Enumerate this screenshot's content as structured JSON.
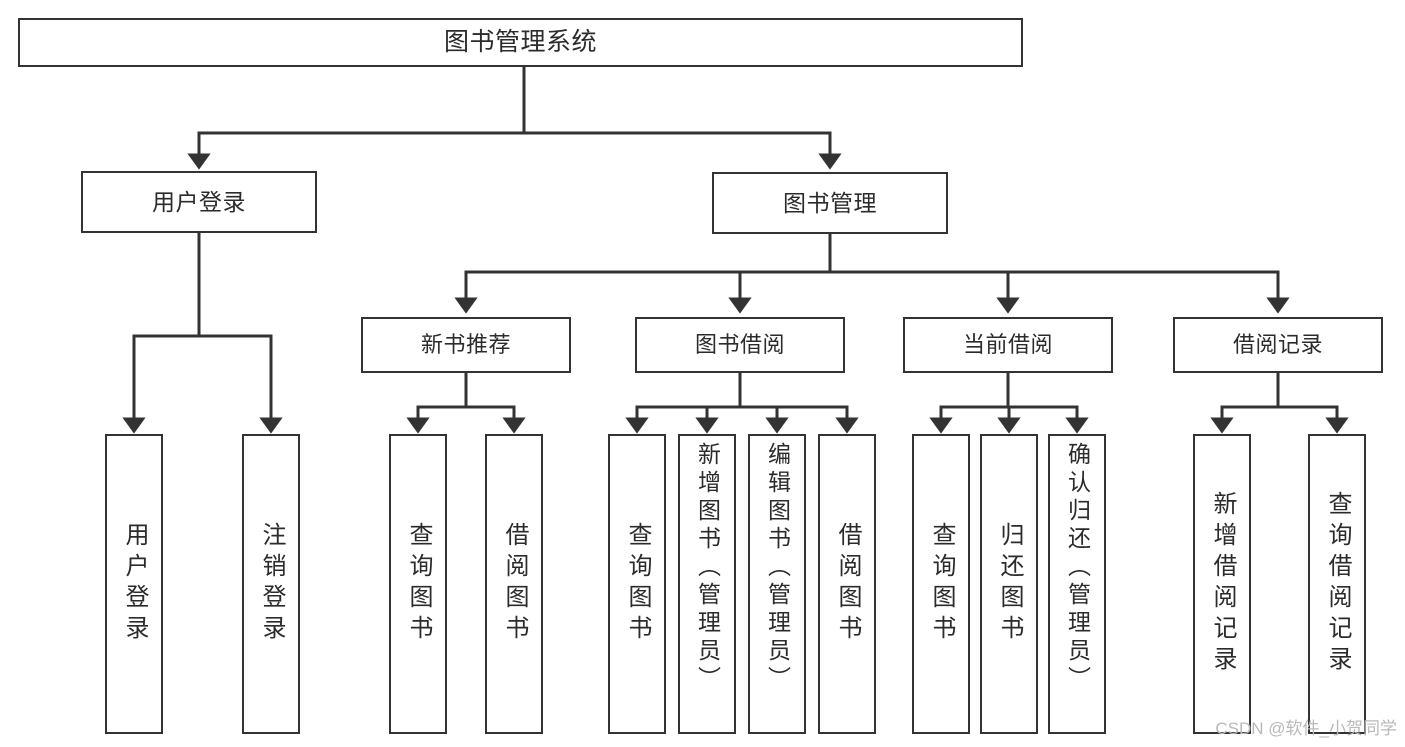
{
  "diagram": {
    "title": "图书管理系统",
    "type": "tree",
    "watermark": "CSDN @软件_小贺同学",
    "colors": {
      "box_border": "#333333",
      "box_fill": "#ffffff",
      "text": "#2b2b2b",
      "connector": "#333333",
      "watermark": "#b9b9b9",
      "background": "#ffffff"
    },
    "root": {
      "label": "图书管理系统"
    },
    "level1": [
      {
        "label": "用户登录"
      },
      {
        "label": "图书管理"
      }
    ],
    "level2": [
      {
        "label": "新书推荐"
      },
      {
        "label": "图书借阅"
      },
      {
        "label": "当前借阅"
      },
      {
        "label": "借阅记录"
      }
    ],
    "leaves": {
      "user_login": [
        {
          "label": "用户登录"
        },
        {
          "label": "注销登录"
        }
      ],
      "new_book_recommend": [
        {
          "label": "查询图书"
        },
        {
          "label": "借阅图书"
        }
      ],
      "book_borrow": [
        {
          "label": "查询图书"
        },
        {
          "label": "新增图书（管理员）"
        },
        {
          "label": "编辑图书（管理员）"
        },
        {
          "label": "借阅图书"
        }
      ],
      "current_borrow": [
        {
          "label": "查询图书"
        },
        {
          "label": "归还图书"
        },
        {
          "label": "确认归还（管理员）"
        }
      ],
      "borrow_record": [
        {
          "label": "新增借阅记录"
        },
        {
          "label": "查询借阅记录"
        }
      ]
    }
  }
}
